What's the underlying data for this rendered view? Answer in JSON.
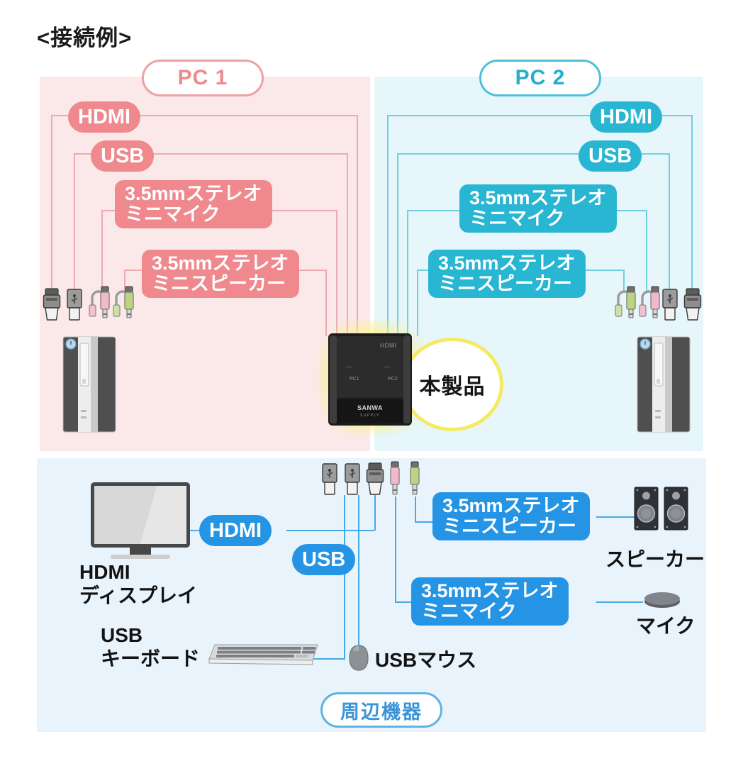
{
  "title": "<接続例>",
  "colors": {
    "pink_chip": "#ef898e",
    "pink_line": "#eeaaae",
    "pink_panel": "#fbe9e9",
    "cyan_chip": "#29b6d2",
    "cyan_line": "#6fd0e2",
    "cyan_panel": "#e6f6fa",
    "blue_chip": "#2594e4",
    "blue_line": "#4aa8e4",
    "blue_panel": "#e8f3fb",
    "glow_yellow": "#f4ea63",
    "text_black": "#131313"
  },
  "pc1": {
    "header": "PC 1",
    "chips": [
      {
        "line1": "HDMI",
        "line2": ""
      },
      {
        "line1": "USB",
        "line2": ""
      },
      {
        "line1": "3.5mmステレオ",
        "line2": "ミニマイク"
      },
      {
        "line1": "3.5mmステレオ",
        "line2": "ミニスピーカー"
      }
    ],
    "connectors": [
      "hdmi-plug",
      "usb-plug",
      "mic-3.5mm-plug",
      "speaker-3.5mm-plug"
    ],
    "device": "desktop-pc-tower"
  },
  "pc2": {
    "header": "PC 2",
    "chips": [
      {
        "line1": "HDMI",
        "line2": ""
      },
      {
        "line1": "USB",
        "line2": ""
      },
      {
        "line1": "3.5mmステレオ",
        "line2": "ミニマイク"
      },
      {
        "line1": "3.5mmステレオ",
        "line2": "ミニスピーカー"
      }
    ],
    "connectors": [
      "speaker-3.5mm-plug",
      "mic-3.5mm-plug",
      "usb-plug",
      "hdmi-plug"
    ],
    "device": "desktop-pc-tower"
  },
  "product": {
    "label": "本製品",
    "device_front_text": "HDMI",
    "port_labels": [
      "PC1",
      "PC2"
    ],
    "brand": "SANWA SUPPLY"
  },
  "peripherals": {
    "header": "周辺機器",
    "chips": [
      {
        "line1": "HDMI",
        "line2": ""
      },
      {
        "line1": "USB",
        "line2": ""
      },
      {
        "line1": "3.5mmステレオ",
        "line2": "ミニスピーカー"
      },
      {
        "line1": "3.5mmステレオ",
        "line2": "ミニマイク"
      }
    ],
    "devices": [
      {
        "name": "display",
        "line1": "HDMI",
        "line2": "ディスプレイ"
      },
      {
        "name": "keyboard",
        "line1": "USB",
        "line2": "キーボード"
      },
      {
        "name": "mouse",
        "line1": "USBマウス",
        "line2": ""
      },
      {
        "name": "speakers",
        "line1": "スピーカー",
        "line2": ""
      },
      {
        "name": "microphone",
        "line1": "マイク",
        "line2": ""
      }
    ],
    "connectors": [
      "usb-plug",
      "usb-plug",
      "hdmi-plug",
      "mic-3.5mm-plug",
      "speaker-3.5mm-plug"
    ]
  }
}
